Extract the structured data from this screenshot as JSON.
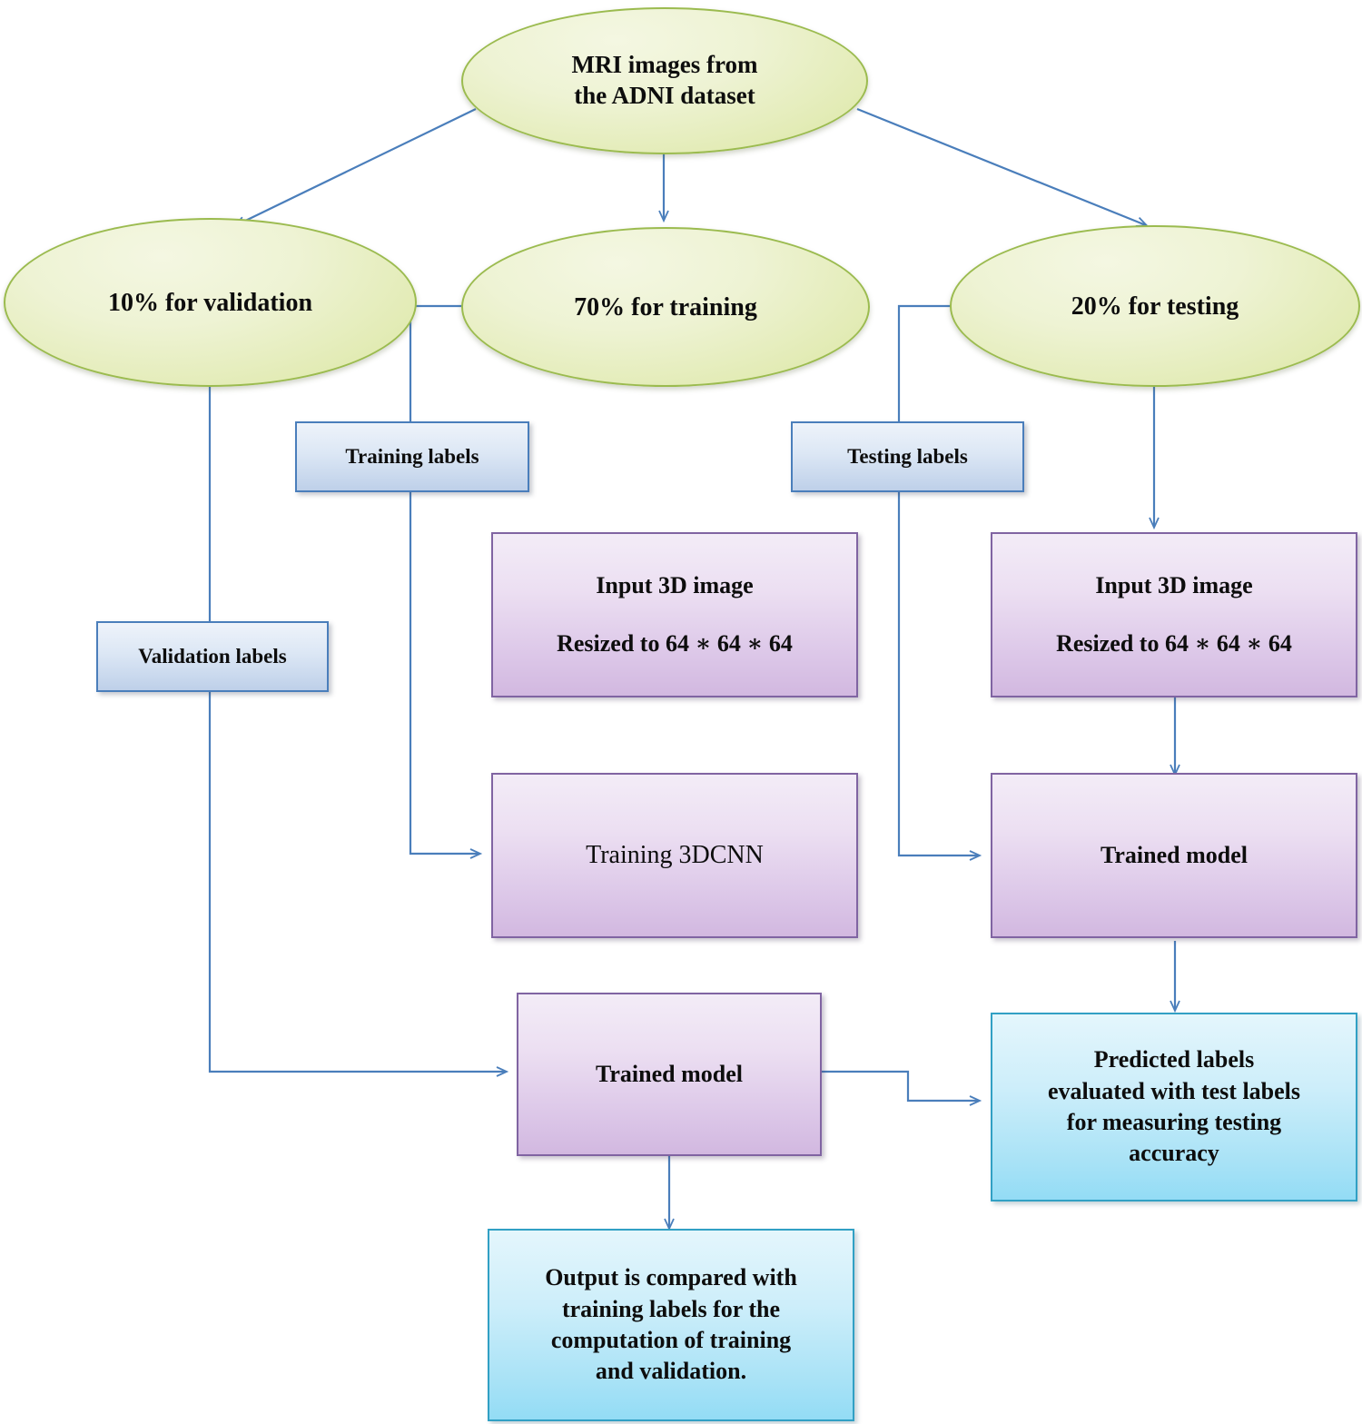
{
  "diagram": {
    "title": "MRI / ADNI 3DCNN training and evaluation pipeline",
    "colors": {
      "ellipse_fill": "#e6efc2",
      "ellipse_border": "#9bbb4f",
      "bluebox_fill": "#dce7f5",
      "bluebox_border": "#4a7ebb",
      "purplebox_fill": "#ddc9e9",
      "purplebox_border": "#8064a2",
      "cyanbox_fill": "#b4e6f8",
      "cyanbox_border": "#31a0c4",
      "connector": "#4a7ebb",
      "text": "#0d0d0d"
    },
    "nodes": {
      "source": {
        "line1": "MRI images from",
        "line2": "the ADNI dataset"
      },
      "split_validation": {
        "label": "10% for validation"
      },
      "split_training": {
        "label": "70% for training"
      },
      "split_testing": {
        "label": "20% for testing"
      },
      "training_labels": {
        "label": "Training labels"
      },
      "testing_labels": {
        "label": "Testing labels"
      },
      "validation_labels": {
        "label": "Validation labels"
      },
      "input_train": {
        "line1": "Input 3D image",
        "line2": "Resized to 64 ∗ 64 ∗ 64"
      },
      "input_test": {
        "line1": "Input 3D image",
        "line2": "Resized to 64 ∗ 64 ∗ 64"
      },
      "training_3dcnn": {
        "label": "Training 3DCNN"
      },
      "trained_model_test": {
        "label": "Trained model"
      },
      "trained_model_train": {
        "label": "Trained model"
      },
      "predicted_labels": {
        "line1": "Predicted labels",
        "line2": "evaluated with test labels",
        "line3": "for measuring testing",
        "line4": "accuracy"
      },
      "output_compared": {
        "line1": "Output is compared with",
        "line2": "training labels for the",
        "line3": "computation of training",
        "line4": "and validation."
      }
    }
  }
}
